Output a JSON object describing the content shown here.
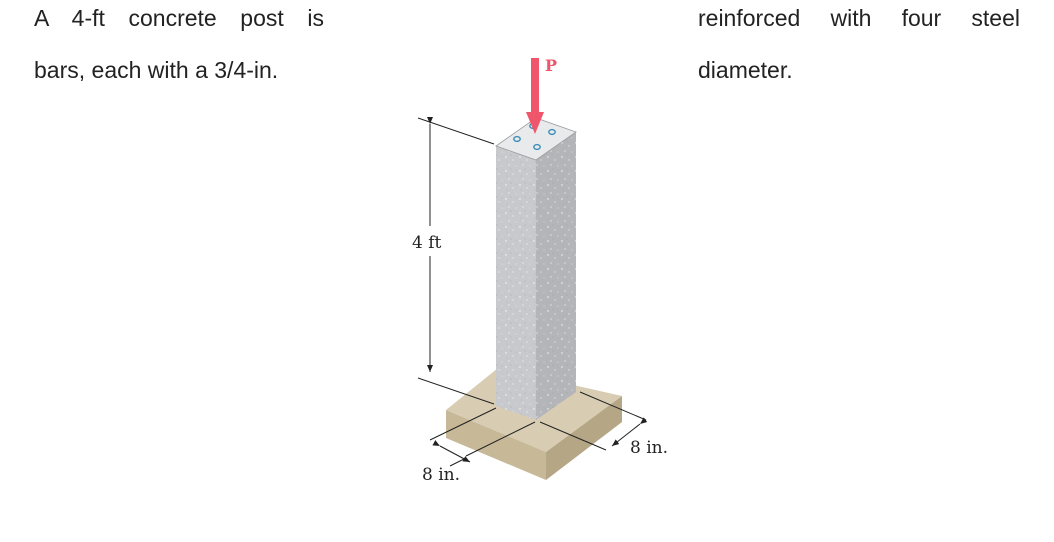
{
  "problem": {
    "line1_left": "A 4-ft concrete post is",
    "line1_right": "reinforced with four steel",
    "line2_left": "bars, each with a 3/4-in.",
    "line2_right": "diameter."
  },
  "figure": {
    "load_label": "P",
    "height_label": "4 ft",
    "width_label_left": "8 in.",
    "width_label_right": "8 in.",
    "colors": {
      "load_arrow": "#f0566b",
      "concrete_front": "#c8c9cc",
      "concrete_side": "#b4b5b9",
      "concrete_top": "#e9eaec",
      "footing_top": "#d8cdb3",
      "footing_front": "#c7b898",
      "footing_side": "#b5a686",
      "rebar": "#3d8fb8"
    }
  }
}
